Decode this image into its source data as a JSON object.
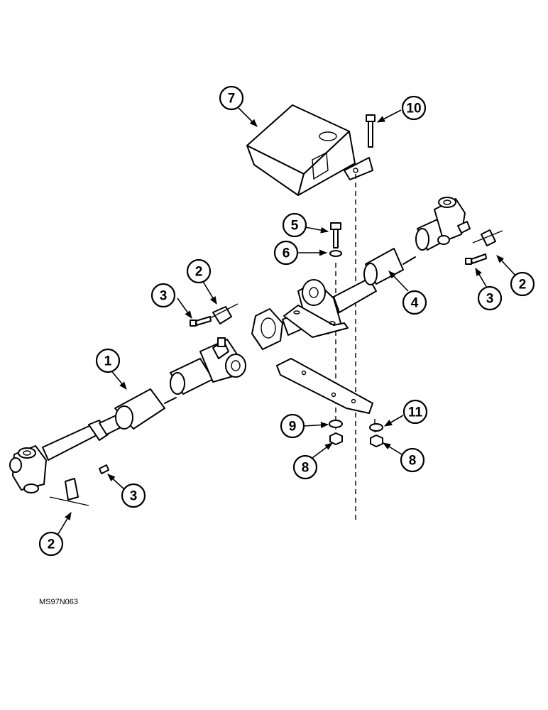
{
  "figure_code": "MS97N063",
  "callouts": [
    {
      "id": "c1",
      "label": "1"
    },
    {
      "id": "c2a",
      "label": "2"
    },
    {
      "id": "c2b",
      "label": "2"
    },
    {
      "id": "c2c",
      "label": "2"
    },
    {
      "id": "c3a",
      "label": "3"
    },
    {
      "id": "c3b",
      "label": "3"
    },
    {
      "id": "c3c",
      "label": "3"
    },
    {
      "id": "c4",
      "label": "4"
    },
    {
      "id": "c5",
      "label": "5"
    },
    {
      "id": "c6",
      "label": "6"
    },
    {
      "id": "c7",
      "label": "7"
    },
    {
      "id": "c8a",
      "label": "8"
    },
    {
      "id": "c8b",
      "label": "8"
    },
    {
      "id": "c9",
      "label": "9"
    },
    {
      "id": "c10",
      "label": "10"
    },
    {
      "id": "c11",
      "label": "11"
    }
  ]
}
